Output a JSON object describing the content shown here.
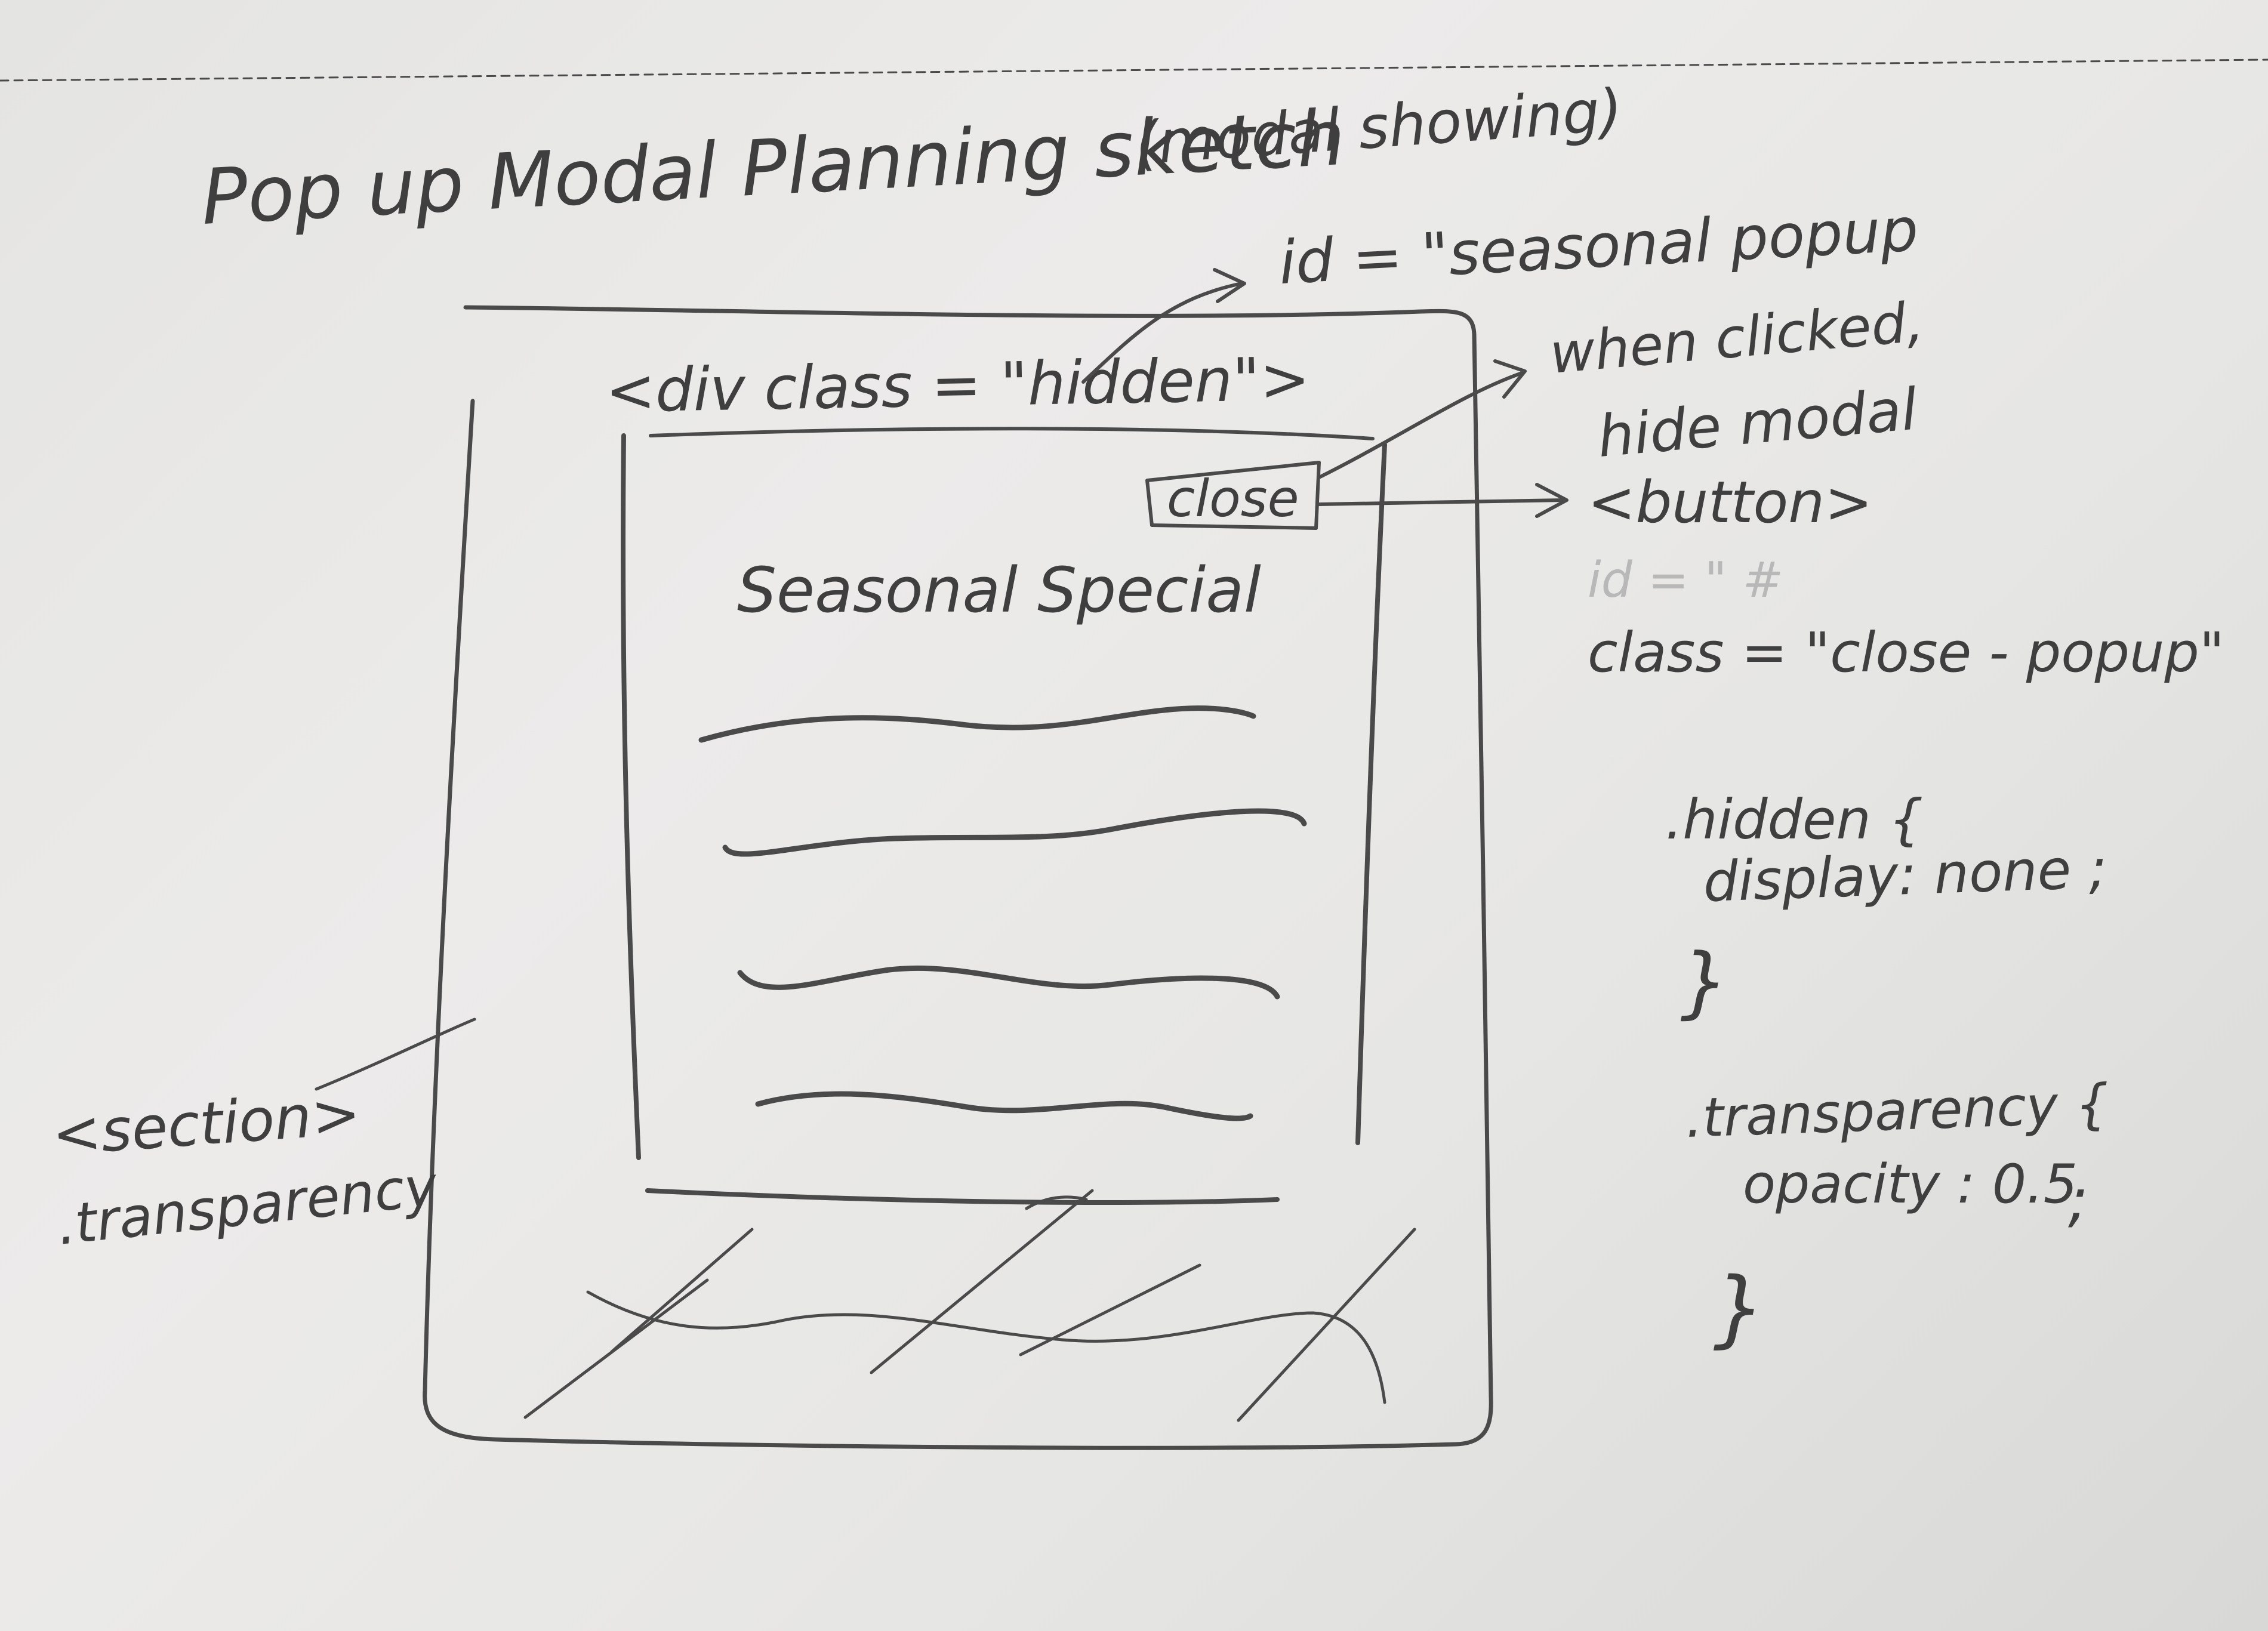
{
  "sketch": {
    "title": "Pop up Modal Planning sketch",
    "title_note": "(modal showing)",
    "popup_id_note": "id = \"seasonal popup",
    "div_label": "<div class = \"hidden\">",
    "close_button_label": "close",
    "click_note_line1": "when clicked,",
    "click_note_line2": "hide modal",
    "button_tag": "<button>",
    "faint_id_note": "id = \" #",
    "class_note": "class = \"close - popup\"",
    "modal_heading": "Seasonal Special",
    "section_tag": "<section>",
    "section_class": ".transparency",
    "css_hidden_selector": ".hidden {",
    "css_hidden_rule": "display: none ;",
    "css_hidden_close": "}",
    "css_transparency_selector": ".transparency {",
    "css_transparency_rule": "opacity : 0.5",
    "css_transparency_semicolon": ";",
    "css_transparency_close": "}"
  }
}
